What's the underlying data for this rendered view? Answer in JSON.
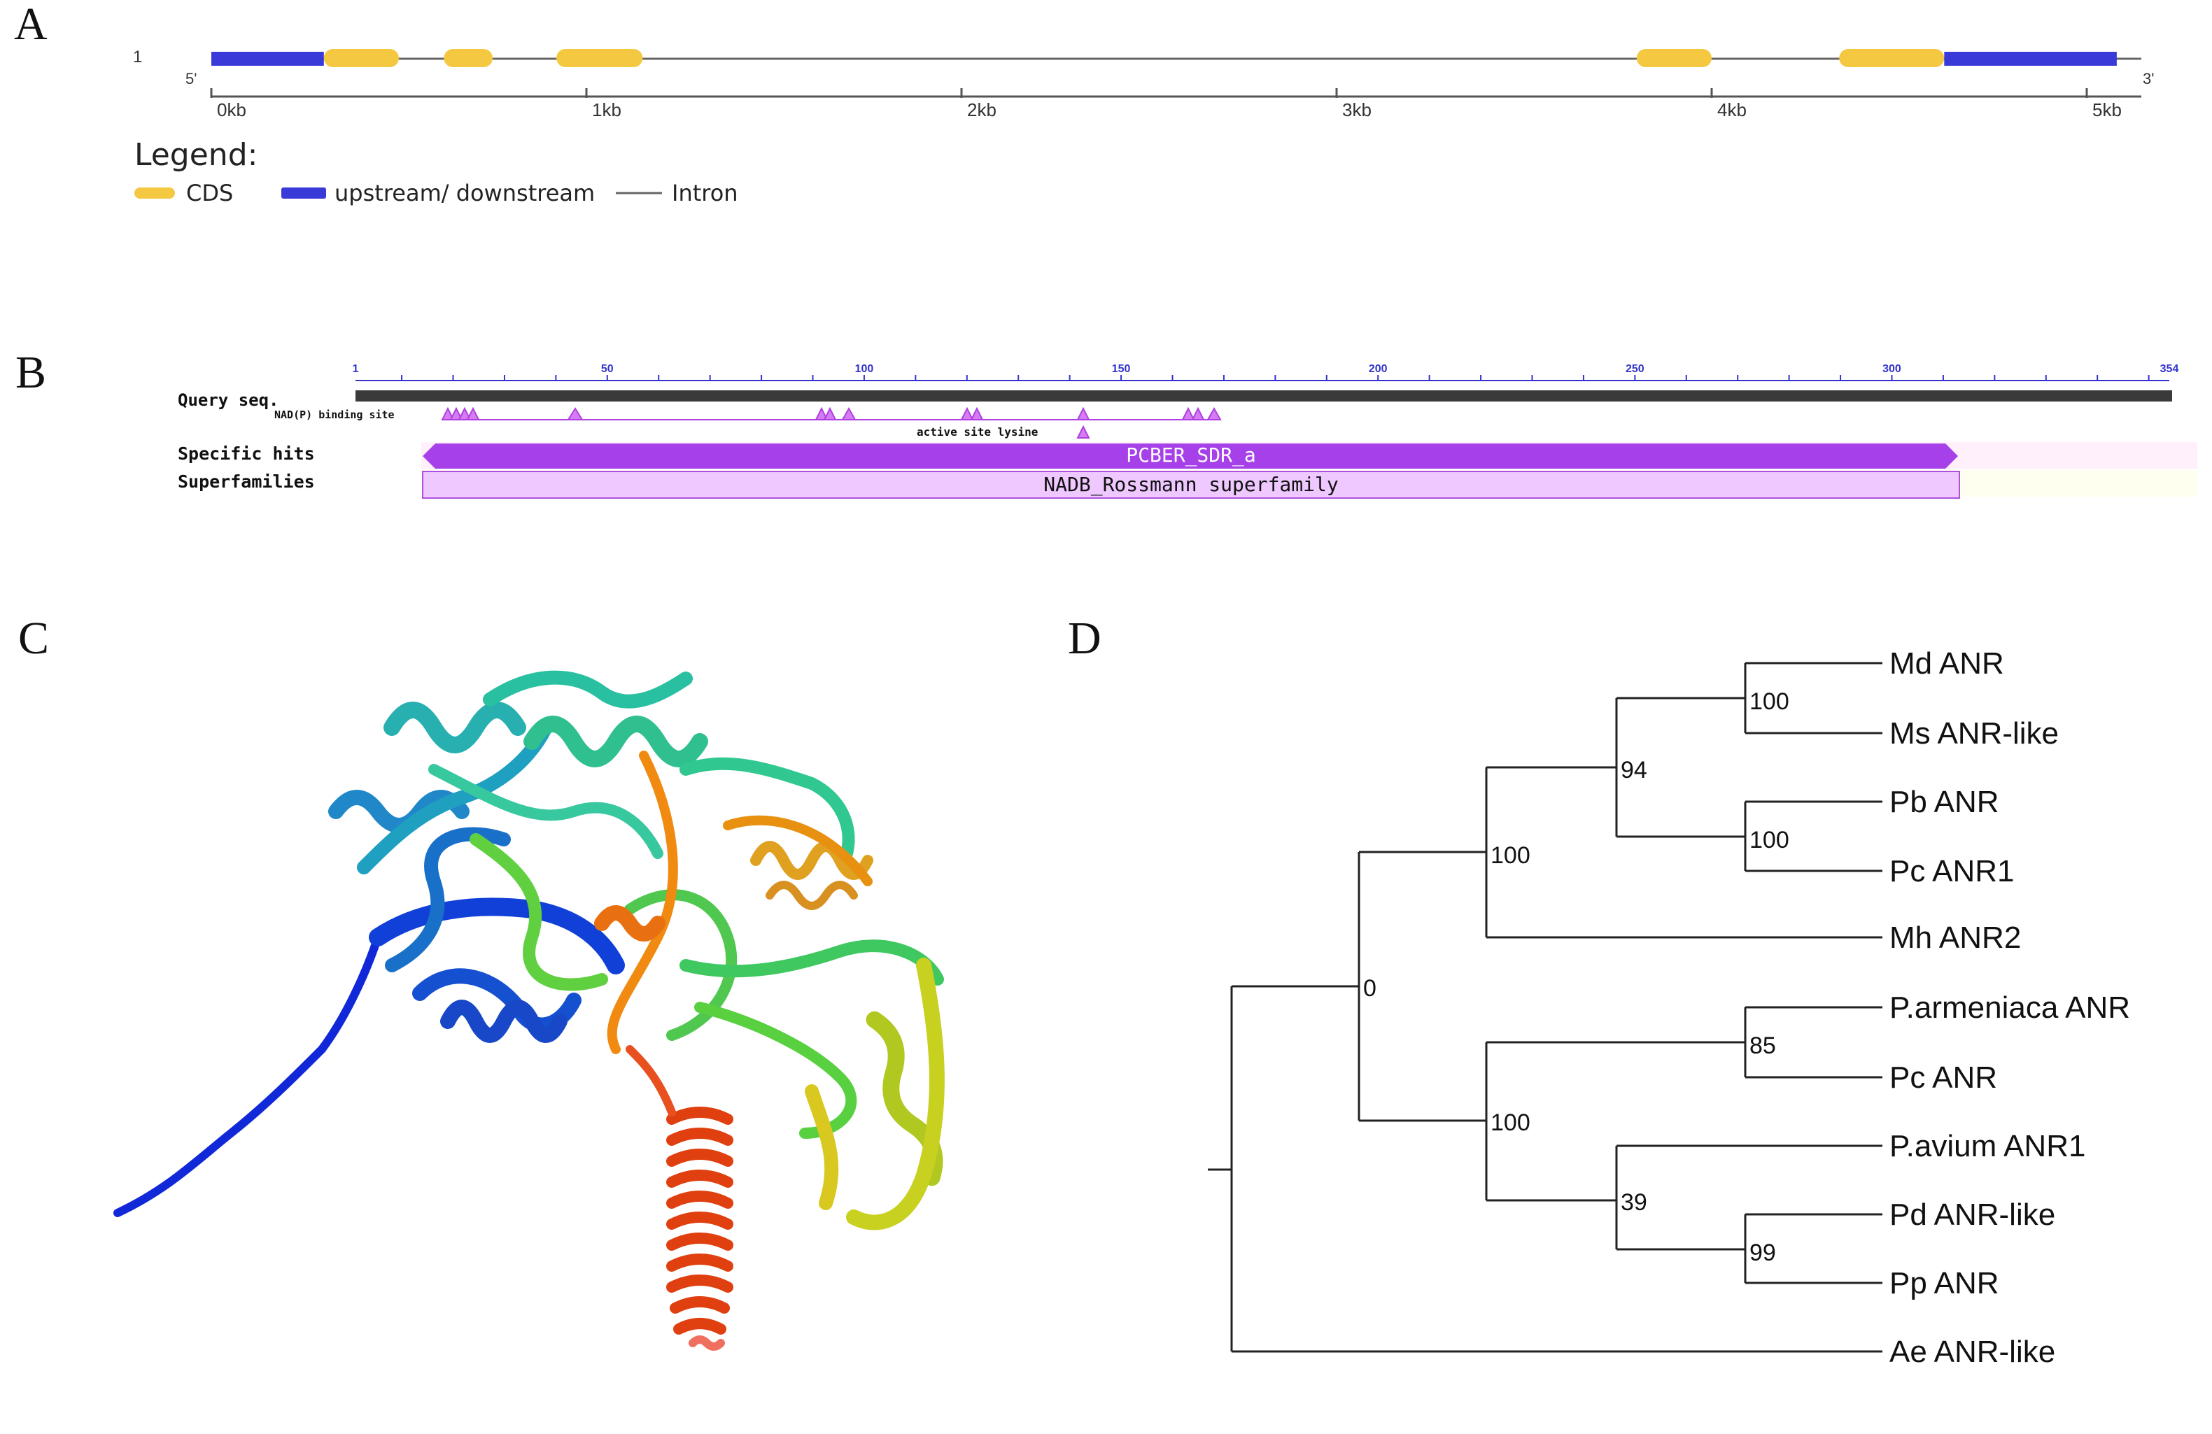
{
  "panels": {
    "a": "A",
    "b": "B",
    "c": "C",
    "d": "D"
  },
  "gene_structure": {
    "track_label": "1",
    "five_prime": "5'",
    "three_prime": "3'",
    "axis_ticks": [
      "0kb",
      "1kb",
      "2kb",
      "3kb",
      "4kb",
      "5kb"
    ],
    "segments": [
      {
        "type": "utr",
        "start": 0.0,
        "end": 0.3
      },
      {
        "type": "cds",
        "start": 0.3,
        "end": 0.5
      },
      {
        "type": "cds",
        "start": 0.62,
        "end": 0.75
      },
      {
        "type": "cds",
        "start": 0.92,
        "end": 1.15
      },
      {
        "type": "cds",
        "start": 3.8,
        "end": 4.0
      },
      {
        "type": "cds",
        "start": 4.34,
        "end": 4.62
      },
      {
        "type": "utr",
        "start": 4.62,
        "end": 5.08
      }
    ],
    "legend_title": "Legend:",
    "legend": {
      "cds": "CDS",
      "utr": "upstream/ downstream",
      "intron": "Intron"
    },
    "colors": {
      "cds": "#f5c842",
      "utr": "#3a3ad8",
      "intron": "#666666"
    }
  },
  "domains": {
    "query_label": "Query seq.",
    "nad_label": "NAD(P) binding site",
    "active_label": "active site lysine",
    "specific_label": "Specific hits",
    "superfamily_label": "Superfamilies",
    "specific_hit": "PCBER_SDR_a",
    "superfamily": "NADB_Rossmann superfamily",
    "ruler_ticks": [
      "1",
      "50",
      "100",
      "150",
      "200",
      "250",
      "300",
      "354"
    ],
    "colors": {
      "specific": "#a640e8",
      "superfamily": "#efc8ff",
      "ruler": "#3333cc"
    }
  },
  "structure": {
    "description_icon": "protein-ribbon-icon"
  },
  "tree": {
    "leaves": [
      "Md ANR",
      "Ms ANR-like",
      "Pb ANR",
      "Pc ANR1",
      "Mh ANR2",
      "P.armeniaca ANR",
      "Pc ANR",
      "P.avium ANR1",
      "Pd ANR-like",
      "Pp ANR",
      "Ae ANR-like"
    ],
    "bootstrap": [
      "100",
      "94",
      "100",
      "100",
      "0",
      "85",
      "100",
      "39",
      "99"
    ]
  }
}
